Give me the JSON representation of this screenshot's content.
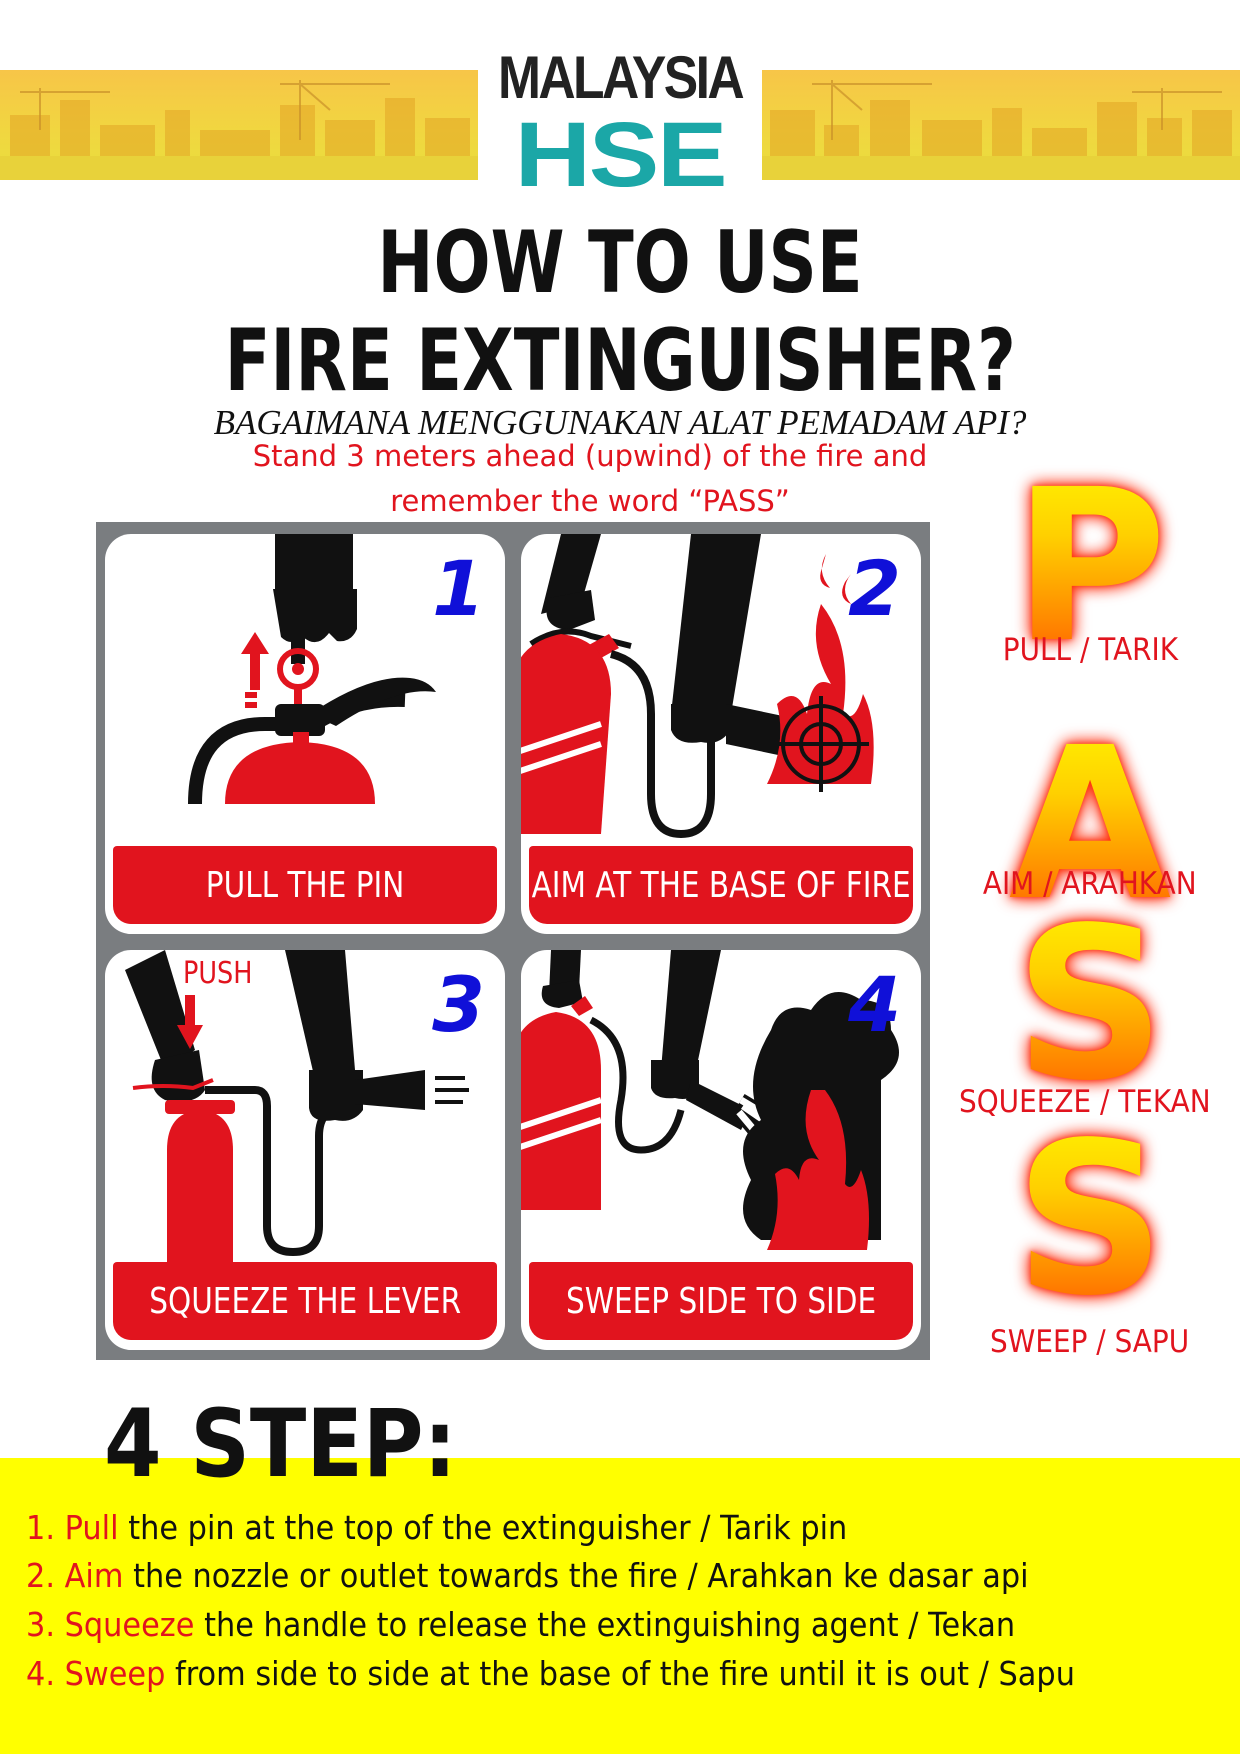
{
  "brand": {
    "line1": "MALAYSIA",
    "line2": "HSE"
  },
  "title": {
    "line1": "HOW TO USE",
    "line2": "FIRE EXTINGUISHER?"
  },
  "subtitle": "BAGAIMANA MENGGUNAKAN ALAT PEMADAM API?",
  "instruction": {
    "line1": "Stand 3 meters ahead (upwind) of the fire and",
    "line2": "remember the word “PASS”"
  },
  "steps": [
    {
      "number": "1",
      "label": "PULL THE PIN"
    },
    {
      "number": "2",
      "label": "AIM AT THE BASE OF FIRE"
    },
    {
      "number": "3",
      "label": "SQUEEZE THE LEVER",
      "tag": "PUSH"
    },
    {
      "number": "4",
      "label": "SWEEP SIDE TO SIDE"
    }
  ],
  "pass": [
    {
      "letter": "P",
      "label": "PULL / TARIK"
    },
    {
      "letter": "A",
      "label": "AIM / ARAHKAN"
    },
    {
      "letter": "S",
      "label": "SQUEEZE / TEKAN"
    },
    {
      "letter": "S",
      "label": "SWEEP / SAPU"
    }
  ],
  "four_step": {
    "heading": "4 STEP:",
    "items": [
      {
        "num": "1.",
        "keyword": "Pull",
        "rest": "the pin at the top of the extinguisher / Tarik pin"
      },
      {
        "num": "2.",
        "keyword": "Aim",
        "rest": "the nozzle or outlet towards the fire / Arahkan ke dasar api"
      },
      {
        "num": "3.",
        "keyword": "Squeeze",
        "rest": "the handle to release the extinguishing agent / Tekan"
      },
      {
        "num": "4.",
        "keyword": "Sweep",
        "rest": "from side to side at the base of the fire until it is out / Sapu"
      }
    ]
  },
  "colors": {
    "red": "#e1141e",
    "blue": "#1010d8",
    "teal": "#1ba7a7",
    "yellow": "#ffff00",
    "grid": "#7a7d80"
  },
  "icons": [
    "city-skyline-banner",
    "hand-pulling-pin",
    "extinguisher-aim",
    "target-crosshair",
    "flame",
    "hand-squeezing-lever",
    "smoke-cloud",
    "spray-nozzle"
  ]
}
